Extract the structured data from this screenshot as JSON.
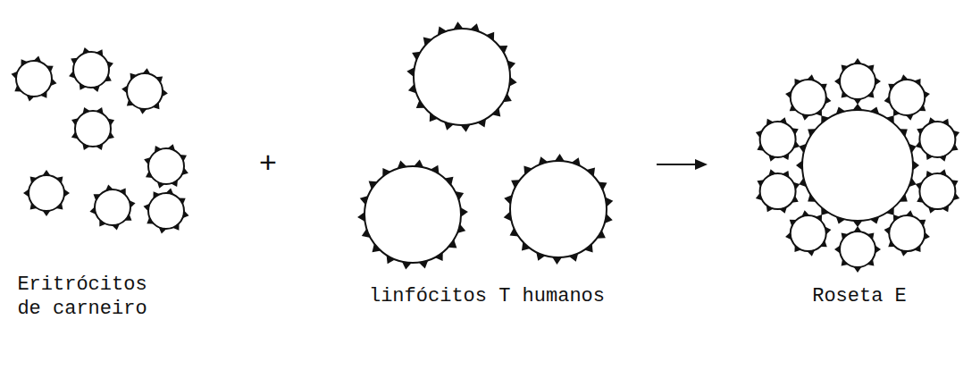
{
  "diagram": {
    "labels": [
      "Eritrócitos de carneiro",
      "+",
      "linfócitos T humanos",
      "Roseta E"
    ]
  }
}
